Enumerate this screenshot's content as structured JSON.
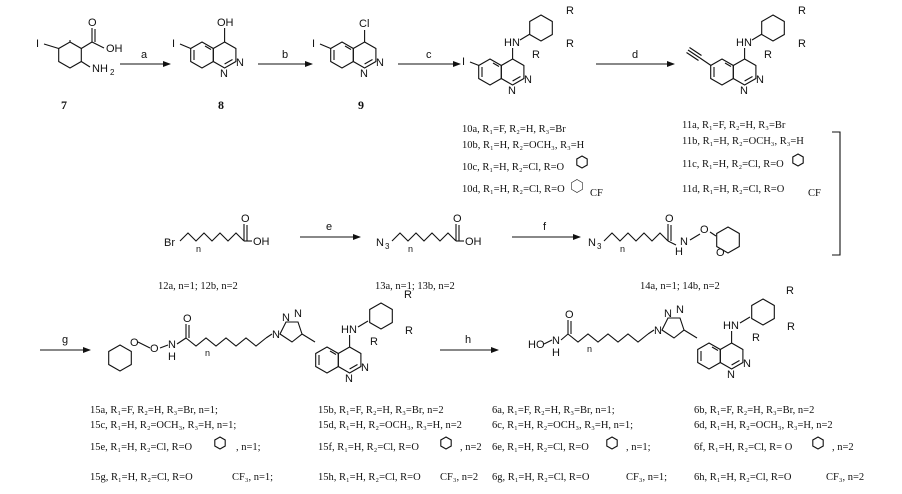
{
  "steps": {
    "a": "a",
    "b": "b",
    "c": "c",
    "d": "d",
    "e": "e",
    "f": "f",
    "g": "g",
    "h": "h"
  },
  "compounds": {
    "c7": "7",
    "c8": "8",
    "c9": "9",
    "c12": "12a, n=1; 12b, n=2",
    "c13": "13a, n=1; 13b, n=2",
    "c14": "14a, n=1; 14b, n=2"
  },
  "atoms": {
    "I": "I",
    "OH": "OH",
    "NH2": "NH",
    "NH2sub": "2",
    "N": "N",
    "Cl": "Cl",
    "HN": "HN",
    "R1": "R",
    "R2": "R",
    "R3": "R",
    "Br": "Br",
    "N3": "N",
    "O": "O",
    "H": "H",
    "HO": "HO",
    "CF3": "CF"
  },
  "list10": [
    "10a, R₁=F, R₂=H, R₃=Br",
    "10b, R₁=H, R₂=OCH₃, R₃=H",
    "10c, R₁=H, R₂=Cl, R=O",
    "10d, R₁=H, R₂=Cl, R=O"
  ],
  "list11": [
    "11a, R₁=F, R₂=H, R₃=Br",
    "11b, R₁=H, R₂=OCH₃, R₃=H",
    "11c, R₁=H, R₂=Cl, R=O",
    "11d, R₁=H, R₂=Cl, R=O"
  ],
  "list15": [
    "15a, R₁=F, R₂=H, R₃=Br, n=1;",
    "15b, R₁=F, R₂=H, R₃=Br, n=2",
    "15c, R₁=H, R₂=OCH₃, R₃=H, n=1;",
    "15d, R₁=H, R₂=OCH₃, R₃=H, n=2",
    "15e, R₁=H, R₂=Cl, R=O",
    ", n=1;",
    "15f, R₁=H, R₂=Cl, R=O",
    ", n=2",
    "15g, R₁=H, R₂=Cl, R=O",
    "CF₃, n=1;",
    "15h, R₁=H, R₂=Cl, R=O",
    "CF₃, n=2"
  ],
  "list6": [
    "6a, R₁=F, R₂=H, R₃=Br, n=1;",
    "6b, R₁=F, R₂=H, R₃=Br, n=2",
    "6c, R₁=H, R₂=OCH₃, R₃=H, n=1;",
    "6d, R₁=H, R₂=OCH₃, R₃=H, n=2",
    "6e, R₁=H, R₂=Cl, R=O",
    ", n=1;",
    "6f, R₁=H, R₂=Cl, R= O",
    ", n=2",
    "6g, R₁=H, R₂=Cl, R=O",
    "CF₃, n=1;",
    "6h, R₁=H, R₂=Cl, R=O",
    "CF₃, n=2"
  ]
}
